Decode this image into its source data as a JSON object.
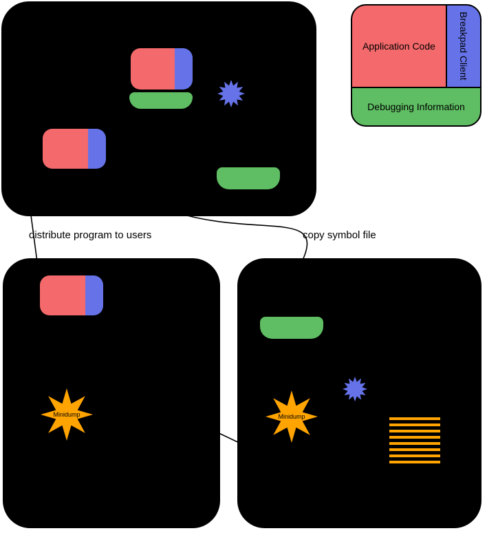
{
  "colors": {
    "app-red": "#f4696b",
    "client-blue": "#6673e8",
    "debug-green": "#5fbe63",
    "minidump-orange": "#ffa400",
    "box-black": "#000000",
    "line-black": "#000000"
  },
  "legend": {
    "application_code": "Application Code",
    "breakpad_client": "Breakpad Client",
    "debugging_information": "Debugging Information"
  },
  "edges": {
    "distribute": "distribute program to users",
    "copy": "copy symbol file"
  },
  "user_machine": {
    "minidump_label": "Minidump"
  },
  "processor_machine": {
    "minidump_label": "Minidump"
  }
}
